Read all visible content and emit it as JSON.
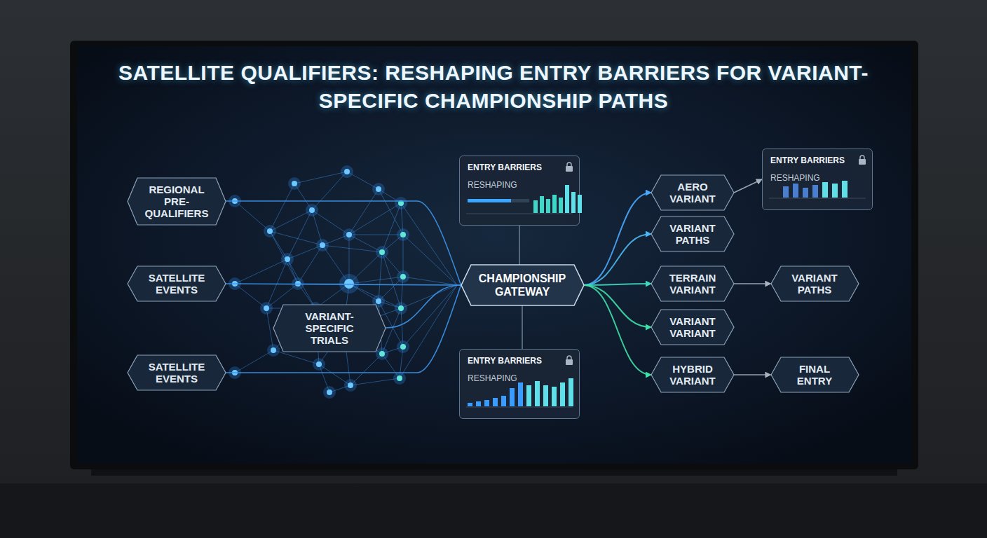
{
  "diagram": {
    "title": "SATELLITE QUALIFIERS: RESHAPING ENTRY BARRIERS FOR VARIANT-SPECIFIC CHAMPIONSHIP PATHS",
    "nodes": [
      {
        "text": [
          "REGIONAL PRE-QUALIFIERS"
        ]
      },
      {
        "text": [
          "SATELLITE EVENTS"
        ]
      },
      {
        "text": [
          "SATELLITE EVENTS"
        ]
      },
      {
        "text": [
          "VARIANT-SPECIFIC TRIALS"
        ]
      },
      {
        "text": [
          "ENTRY BARRIERS",
          "RESHAPING"
        ]
      },
      {
        "text": [
          "CHAMPIONSHIP GATEWAY"
        ]
      },
      {
        "text": [
          "ENTRY BARRIERS",
          "RESHAPING"
        ]
      },
      {
        "text": [
          "AERO VARIANT"
        ]
      },
      {
        "text": [
          "VARIANT PATHS"
        ]
      },
      {
        "text": [
          "TERRAIN VARIANT"
        ]
      },
      {
        "text": [
          "VARIANT VARIANT"
        ]
      },
      {
        "text": [
          "HYBRID VARIANT"
        ]
      },
      {
        "text": [
          "ENTRY BARRIERS",
          "RESHAPING"
        ]
      },
      {
        "text": [
          "VARIANT PATHS"
        ]
      },
      {
        "text": [
          "FINAL ENTRY"
        ]
      }
    ],
    "edges": [
      {
        "from": 0,
        "to": 5,
        "arrow": "none"
      },
      {
        "from": 1,
        "to": 5,
        "arrow": "none"
      },
      {
        "from": 2,
        "to": 5,
        "arrow": "none"
      },
      {
        "from": 3,
        "to": 5,
        "arrow": "none"
      },
      {
        "from": 4,
        "to": 5,
        "arrow": "none"
      },
      {
        "from": 5,
        "to": 6,
        "arrow": "none"
      },
      {
        "from": 5,
        "to": 7,
        "arrow": "to"
      },
      {
        "from": 5,
        "to": 8,
        "arrow": "to"
      },
      {
        "from": 5,
        "to": 9,
        "arrow": "to"
      },
      {
        "from": 5,
        "to": 10,
        "arrow": "to"
      },
      {
        "from": 5,
        "to": 11,
        "arrow": "to"
      },
      {
        "from": 7,
        "to": 12,
        "arrow": "to"
      },
      {
        "from": 9,
        "to": 13,
        "arrow": "to"
      },
      {
        "from": 11,
        "to": 14,
        "arrow": "to"
      }
    ]
  }
}
